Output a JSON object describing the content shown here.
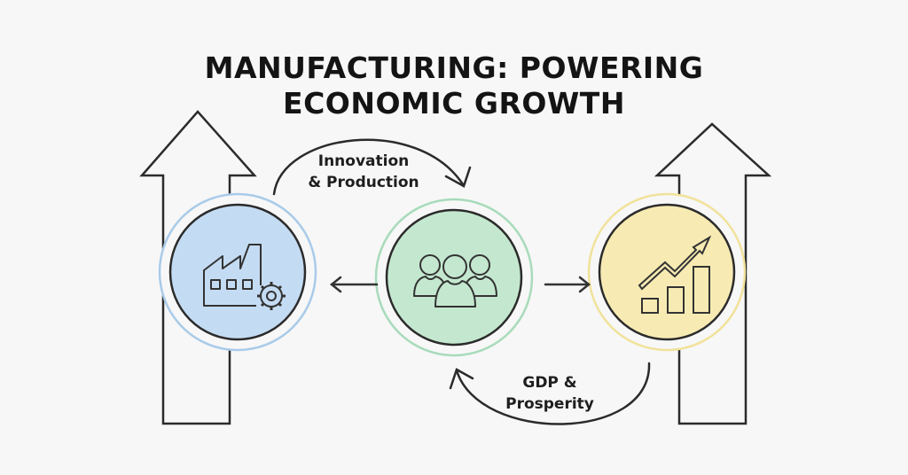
{
  "title": {
    "line1": "MANUFACTURING: POWERING",
    "line2": "ECONOMIC GROWTH"
  },
  "flows": {
    "top": {
      "line1": "Innovation",
      "line2": "& Production",
      "direction": "left-to-center"
    },
    "bottom": {
      "line1": "GDP &",
      "line2": "Prosperity",
      "direction": "right-to-center"
    }
  },
  "nodes": [
    {
      "id": "manufacturing",
      "icon": "factory-gear-icon",
      "fill": "#c4dcf3",
      "ring": "#a9cbe9"
    },
    {
      "id": "workforce",
      "icon": "people-group-icon",
      "fill": "#c4e8cf",
      "ring": "#a8dbbb"
    },
    {
      "id": "growth",
      "icon": "growth-chart-icon",
      "fill": "#f7ebb3",
      "ring": "#f1e29b"
    }
  ],
  "colors": {
    "background": "#f7f7f7",
    "stroke": "#2b2b2b",
    "blue": "#c4dcf3",
    "green": "#c4e8cf",
    "yellow": "#f7ebb3"
  }
}
